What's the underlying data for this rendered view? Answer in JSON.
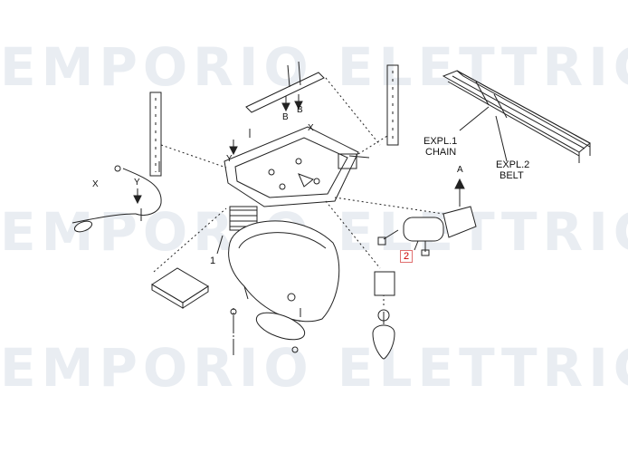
{
  "watermark": {
    "line1": "EMPORIO ELETTRICO",
    "line2": "EMPORIO ELETTRICO",
    "line3": "EMPORIO ELETTRICO",
    "color": "#e9edf2"
  },
  "labels": {
    "expl1_line1": "EXPL.1",
    "expl1_line2": "CHAIN",
    "expl2_line1": "EXPL.2",
    "expl2_line2": "BELT",
    "arrow_a": "A",
    "part_1": "1",
    "part_2": "2",
    "b_left": "B",
    "b_right": "B",
    "x_top": "X",
    "x_left": "X",
    "y_top": "Y",
    "y_left": "Y"
  },
  "colors": {
    "line": "#222222",
    "highlight": "#cc0000"
  }
}
